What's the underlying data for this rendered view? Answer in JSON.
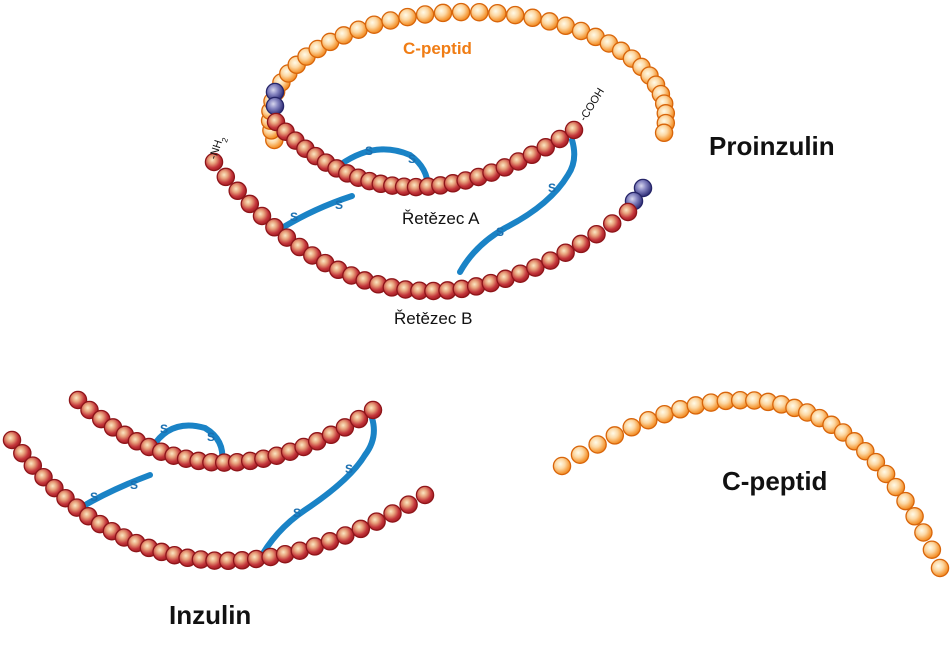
{
  "colors": {
    "chain": "#c0272d",
    "chain_outline": "#8e1519",
    "cpeptide": "#f4891f",
    "cpeptide_outline": "#d8650a",
    "junction": "#3e3d8c",
    "bond": "#1a83c6",
    "bond_label": "#1a6fb0",
    "cpeptide_label": "#f07d15"
  },
  "labels": {
    "proinsulin": "Proinzulin",
    "insulin": "Inzulin",
    "cpeptide_free": "C-peptid",
    "cpeptide_loop": "C-peptid",
    "chain_a": "Řetězec A",
    "chain_b": "Řetězec B",
    "nh2_prefix": "-NH",
    "nh2_sub": "2",
    "cooh": "-COOH",
    "sulfur": "S"
  },
  "icons": {
    "residue": "red-bead",
    "cpeptide_residue": "orange-bead",
    "cleavage_site": "blue-bead",
    "disulfide": "blue-line"
  }
}
